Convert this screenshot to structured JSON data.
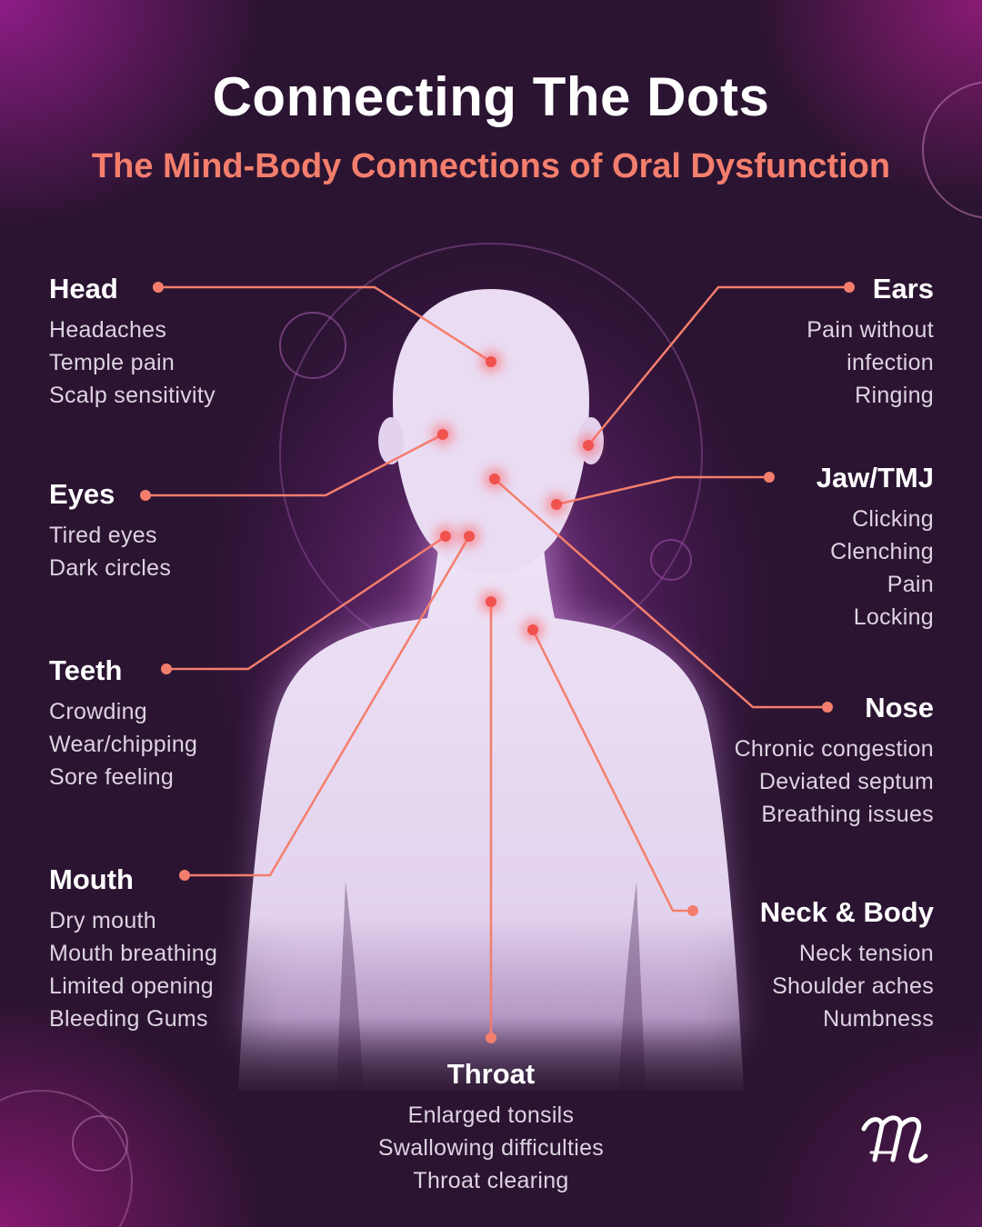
{
  "header": {
    "title": "Connecting The Dots",
    "subtitle": "The Mind-Body Connections of Oral Dysfunction"
  },
  "colors": {
    "accent": "#f47e6d",
    "background": "#2b1431",
    "body": "#e9dcf3"
  },
  "groups": {
    "head": {
      "title": "Head",
      "items": [
        "Headaches",
        "Temple pain",
        "Scalp sensitivity"
      ]
    },
    "eyes": {
      "title": "Eyes",
      "items": [
        "Tired eyes",
        "Dark circles"
      ]
    },
    "teeth": {
      "title": "Teeth",
      "items": [
        "Crowding",
        "Wear/chipping",
        "Sore feeling"
      ]
    },
    "mouth": {
      "title": "Mouth",
      "items": [
        "Dry mouth",
        "Mouth breathing",
        "Limited opening",
        "Bleeding Gums"
      ]
    },
    "ears": {
      "title": "Ears",
      "items": [
        "Pain without",
        "infection",
        "Ringing"
      ]
    },
    "jaw": {
      "title": "Jaw/TMJ",
      "items": [
        "Clicking",
        "Clenching",
        "Pain",
        "Locking"
      ]
    },
    "nose": {
      "title": "Nose",
      "items": [
        "Chronic congestion",
        "Deviated septum",
        "Breathing issues"
      ]
    },
    "neck": {
      "title": "Neck & Body",
      "items": [
        "Neck tension",
        "Shoulder aches",
        "Numbness"
      ]
    },
    "throat": {
      "title": "Throat",
      "items": [
        "Enlarged tonsils",
        "Swallowing difficulties",
        "Throat clearing"
      ]
    }
  },
  "logo": {
    "icon": "m-script-logo"
  }
}
